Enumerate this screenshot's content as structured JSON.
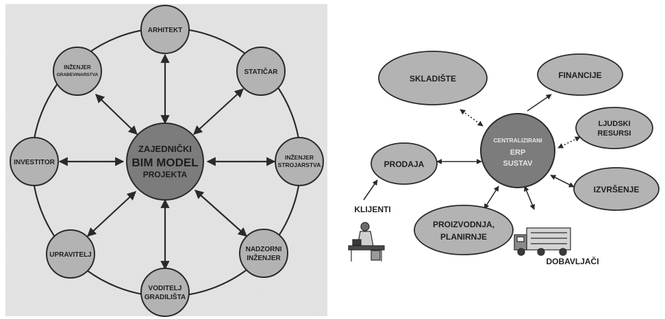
{
  "left_diagram": {
    "center": {
      "line1": "ZAJEDNIČKI",
      "line2": "BIM MODEL",
      "line3": "PROJEKTA"
    },
    "nodes": [
      {
        "id": "arhitekt",
        "lines": [
          "ARHITEKT"
        ]
      },
      {
        "id": "staticar",
        "lines": [
          "STATIČAR"
        ]
      },
      {
        "id": "inzenjer-strojarstva",
        "lines": [
          "INŽENJER",
          "STROJARSTVA"
        ]
      },
      {
        "id": "nadzorni-inzenjer",
        "lines": [
          "NADZORNI",
          "INŽENJER"
        ]
      },
      {
        "id": "voditelj-gradilista",
        "lines": [
          "VODITELJ",
          "GRADILIŠTA"
        ]
      },
      {
        "id": "upravitelj",
        "lines": [
          "UPRAVITELJ"
        ]
      },
      {
        "id": "investitor",
        "lines": [
          "INVESTITOR"
        ]
      },
      {
        "id": "inzenjer-gradevinarstva",
        "lines": [
          "INŽENJER",
          "GRAĐEVINARSTVA"
        ]
      }
    ]
  },
  "right_diagram": {
    "center": {
      "line1": "CENTRALIZIRANI",
      "line2": "ERP",
      "line3": "SUSTAV"
    },
    "modules": [
      {
        "id": "skladiste",
        "lines": [
          "SKLADIŠTE"
        ]
      },
      {
        "id": "financije",
        "lines": [
          "FINANCIJE"
        ]
      },
      {
        "id": "ljudski-resursi",
        "lines": [
          "LJUDSKI",
          "RESURSI"
        ]
      },
      {
        "id": "izvrsenje",
        "lines": [
          "IZVRŠENJE"
        ]
      },
      {
        "id": "proizvodnja",
        "lines": [
          "PROIZVODNJA,",
          "PLANIRNJE"
        ]
      },
      {
        "id": "prodaja",
        "lines": [
          "PRODAJA"
        ]
      }
    ],
    "external": {
      "clients": "KLIJENTI",
      "suppliers": "DOBAVLJAČI"
    }
  },
  "colors": {
    "node_fill": "#b3b3b3",
    "center_fill": "#7c7c7c",
    "background_panel": "#dcdcdc",
    "stroke": "#2a2a2a"
  }
}
